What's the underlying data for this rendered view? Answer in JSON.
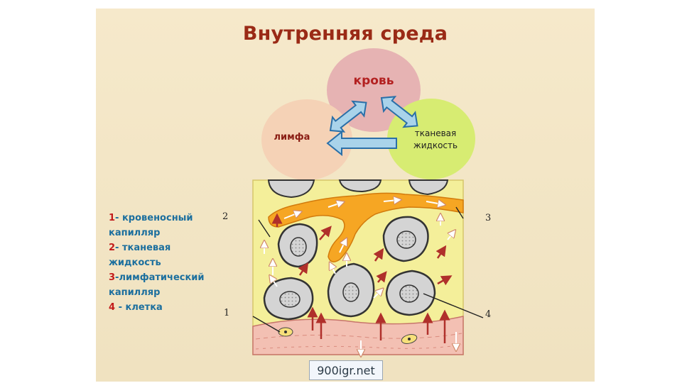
{
  "title": "Внутренняя среда",
  "cycle": {
    "blood": "кровь",
    "lymph": "лимфа",
    "tissue_fluid_line1": "тканевая",
    "tissue_fluid_line2": "жидкость"
  },
  "legend": [
    {
      "num": "1",
      "text1": "- кровеносный",
      "text2": "капилляр"
    },
    {
      "num": "2",
      "text1": "- тканевая",
      "text2": "жидкость"
    },
    {
      "num": "3",
      "text1": "-лимфатический",
      "text2": "капилляр"
    },
    {
      "num": "4",
      "text1": " - клетка",
      "text2": ""
    }
  ],
  "callouts": {
    "c1": "1",
    "c2": "2",
    "c3": "3",
    "c4": "4"
  },
  "watermark": "900igr.net",
  "colors": {
    "title": "#9a2a16",
    "blood_circle": "#e6b3b3",
    "lymph_circle": "#f5d2b6",
    "tissue_circle": "#d7ec72",
    "arrow_fill": "#a9d3ea",
    "arrow_stroke": "#2a6fa8",
    "legend_text": "#1c6f9e",
    "legend_number": "#c21a1a",
    "lymph_vessel": "#f6a623",
    "tissue_bg": "#f4ef9a",
    "cell": "#d4d4d4",
    "blood_vessel": "#f3c0b3"
  }
}
